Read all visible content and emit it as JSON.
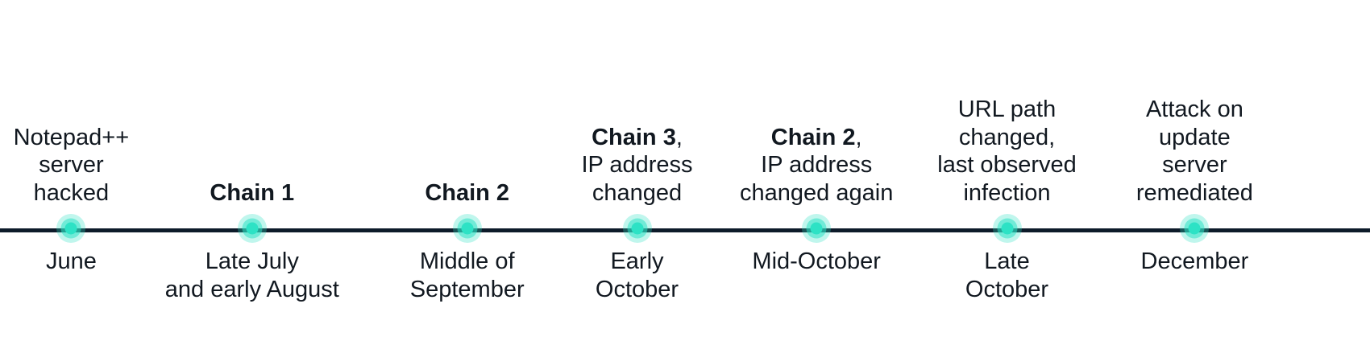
{
  "diagram": {
    "type": "timeline",
    "orientation": "horizontal",
    "colors": {
      "axis": "#0d1b2a",
      "node": "#2de2c5",
      "text": "#111820",
      "background": "#ffffff"
    },
    "events": [
      {
        "id": "june",
        "x_pct": 5.2,
        "above": "Notepad++\nserver\nhacked",
        "above_bold": "",
        "above_rest": "",
        "below": "June"
      },
      {
        "id": "late-july-early-august",
        "x_pct": 18.4,
        "above": "Chain 1",
        "above_bold": "Chain 1",
        "above_rest": "",
        "below": "Late July\nand early August"
      },
      {
        "id": "middle-of-september",
        "x_pct": 34.1,
        "above": "Chain 2",
        "above_bold": "Chain 2",
        "above_rest": "",
        "below": "Middle of\nSeptember"
      },
      {
        "id": "early-october",
        "x_pct": 46.5,
        "above": "Chain 3,\nIP address\nchanged",
        "above_bold": "Chain 3",
        "above_rest": ",\nIP address\nchanged",
        "below": "Early\nOctober"
      },
      {
        "id": "mid-october",
        "x_pct": 59.6,
        "above": "Chain 2,\nIP address\nchanged again",
        "above_bold": "Chain 2",
        "above_rest": ",\nIP address\nchanged again",
        "below": "Mid-October"
      },
      {
        "id": "late-october",
        "x_pct": 73.5,
        "above": "URL path\nchanged,\nlast observed\ninfection",
        "above_bold": "",
        "above_rest": "",
        "below": "Late\nOctober"
      },
      {
        "id": "december",
        "x_pct": 87.2,
        "above": "Attack on\nupdate\nserver\nremediated",
        "above_bold": "",
        "above_rest": "",
        "below": "December"
      }
    ]
  }
}
